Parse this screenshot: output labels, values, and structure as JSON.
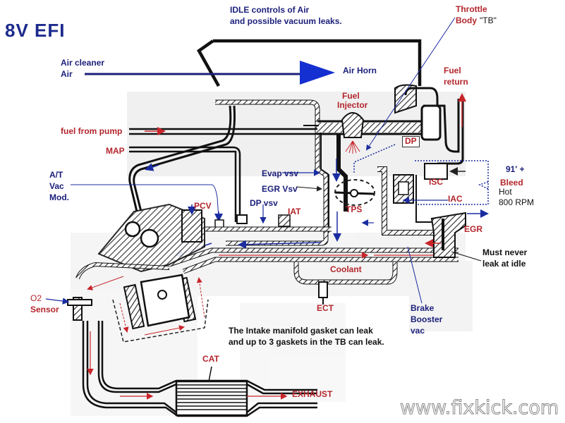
{
  "title": "8V  EFI",
  "header_note": [
    "IDLE controls of Air",
    "and possible vacuum leaks."
  ],
  "labels": {
    "air_cleaner": [
      "Air cleaner",
      "Air"
    ],
    "air_horn": "Air Horn",
    "throttle_body": [
      "Throttle",
      "Body"
    ],
    "throttle_body_abbr": "\"TB\"",
    "fuel_return": [
      "Fuel",
      "return"
    ],
    "fuel_injector": [
      "Fuel",
      "Injector"
    ],
    "fuel_from_pump": "fuel from pump",
    "map": "MAP",
    "dp": "DP",
    "at_vac_mod": [
      "A/T",
      "Vac",
      "Mod."
    ],
    "evap_vsv": "Evap vsv",
    "egr_vsv": "EGR Vsv",
    "dp_vsv": "DP vsv",
    "pcv": "PCV",
    "iat": "IAT",
    "tps": "TPS",
    "isc": "ISC",
    "iac": "IAC",
    "year_note": "91' +",
    "bleed": "Bleed",
    "hot_rpm": [
      "Hot",
      "800 RPM"
    ],
    "egr": "EGR",
    "must_never_leak": [
      "Must never",
      "leak at idle"
    ],
    "coolant": "Coolant",
    "o2_sensor": [
      "O2",
      "Sensor"
    ],
    "ect": "ECT",
    "brake_booster": [
      "Brake",
      "Booster",
      "vac"
    ],
    "gasket_note": [
      "The Intake manifold gasket can leak",
      "and up to 3 gaskets in the TB can leak."
    ],
    "cat": "CAT",
    "exhaust": "EXHAUST"
  },
  "watermark": "www.fixkick.com",
  "colors": {
    "title": "#1b2a8c",
    "navy_label": "#1b1f7a",
    "red_label": "#b3262c",
    "air_arrow": "#1530d0",
    "flow_red": "#c8242a",
    "flow_blue": "#1a2ca0",
    "line": "#111111",
    "background_drawing": "#d9d9d9"
  }
}
